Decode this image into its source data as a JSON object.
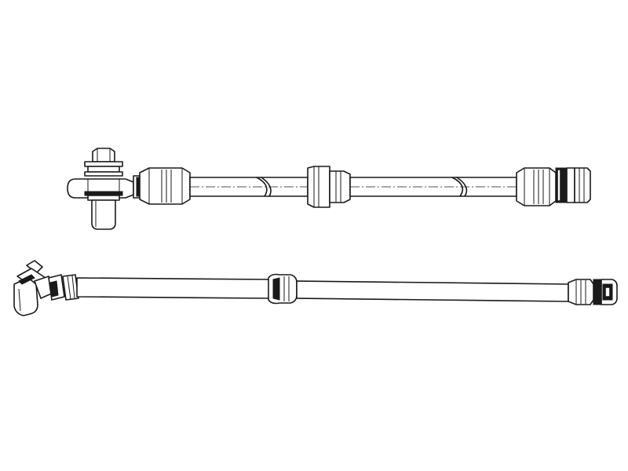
{
  "drawing": {
    "views": [
      {
        "id": "top",
        "shape": "straight hose with banjo fitting, mid clamp sleeve and threaded end fitting"
      },
      {
        "id": "bottom",
        "shape": "hose with angled banjo fitting, mid grommet and threaded end fitting"
      }
    ]
  },
  "colors": {
    "line": "#1a1a1a",
    "background": "#ffffff"
  }
}
